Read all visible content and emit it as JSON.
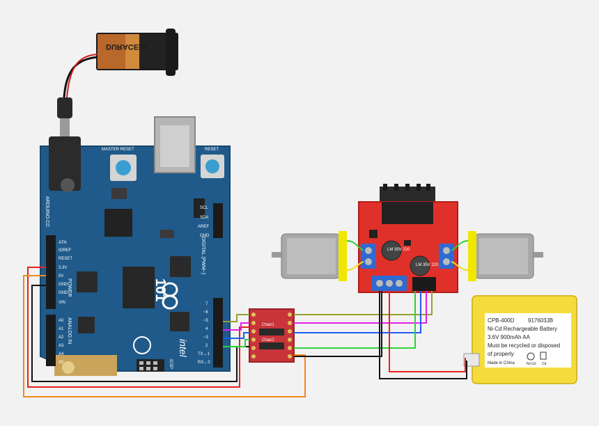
{
  "battery_9v": {
    "brand": "DURACELL"
  },
  "arduino": {
    "master_reset_label": "MASTER RESET",
    "reset_label": "RESET",
    "board_name_vertical": "ARDUINO.CC",
    "model": "101",
    "brand_logo_text": "intel",
    "digital_header_label": "DIGITAL (PWM~)",
    "analog_header_label": "ANALOG IN",
    "power_header_label": "POWER",
    "icsp_label": "ICSP",
    "power_pins": [
      "ATN",
      "IOREF",
      "RESET",
      "3.3V",
      "5V",
      "GND",
      "GND",
      "VIN"
    ],
    "analog_pins": [
      "A0",
      "A1",
      "A2",
      "A3",
      "A4",
      "A5"
    ],
    "digital_pins_top": [
      "SCL",
      "SDA",
      "AREF",
      "GND"
    ],
    "digital_pins": [
      "7",
      "~6",
      "~5",
      "4",
      "~3",
      "2",
      "TX→1",
      "RX←0"
    ]
  },
  "level_shifter": {
    "channel_labels": [
      "Chan1",
      "Chan2"
    ]
  },
  "motor_driver": {
    "cap_labels": [
      "LM\n35V\n220",
      "LM\n35V\n220"
    ]
  },
  "nicd_battery": {
    "model": "CPB-400D",
    "serial": "917603JB",
    "line1": "Ni-Cd Rechargeable Battery",
    "line2": "3.6V 900mAh AA",
    "line3": "Must be recycled or disposed",
    "line4": "of properly",
    "made_in": "Made in China",
    "chem_label": "Ni-Cd",
    "cd_label": "Cd"
  },
  "colors": {
    "wire_red": "#e8201c",
    "wire_black": "#111111",
    "wire_orange": "#f08a1c",
    "wire_olive": "#9aa02a",
    "wire_magenta": "#e61ee6",
    "wire_blue": "#1c5cf0",
    "wire_green": "#2ad23a",
    "wire_yellow": "#f0e020",
    "board_blue": "#1f5a8a",
    "driver_red": "#e0302a",
    "battery_yellow": "#f5dc3c"
  }
}
